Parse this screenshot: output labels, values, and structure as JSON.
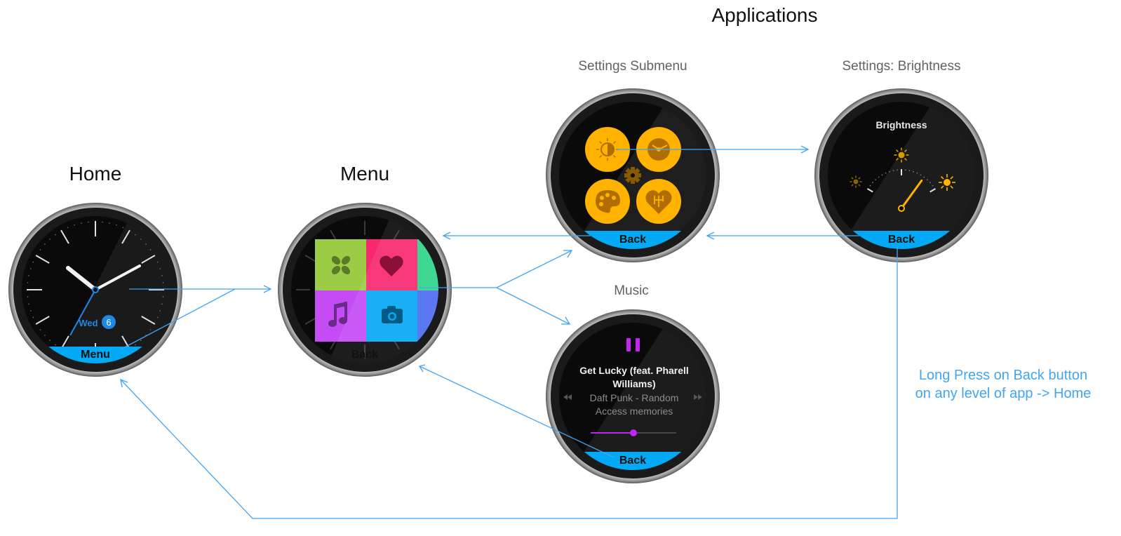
{
  "titles": {
    "home": "Home",
    "menu": "Menu",
    "applications": "Applications",
    "settings_submenu": "Settings Submenu",
    "settings_brightness": "Settings: Brightness",
    "music": "Music"
  },
  "home_watch": {
    "day": "Wed",
    "date": "6",
    "button_label": "Menu"
  },
  "menu_watch": {
    "button_label": "Back",
    "tile_colors": [
      "#9ccc46",
      "#f7286f",
      "#2ed58a",
      "#c54cf5",
      "#06a9f4",
      "#4e6cf0"
    ]
  },
  "settings_watch": {
    "button_label": "Back",
    "icons": [
      "contrast-icon",
      "clock-icon",
      "palette-icon",
      "heart-icon"
    ],
    "center_icon": "gear-icon"
  },
  "brightness_watch": {
    "label": "Brightness",
    "button_label": "Back",
    "level": 0.8
  },
  "music_watch": {
    "track_title": "Get Lucky (feat. Pharell Williams)",
    "track_title_line1": "Get Lucky (feat. Pharell",
    "track_title_line2": "Williams)",
    "track_subtitle_line1": "Daft Punk - Random",
    "track_subtitle_line2": "Access memories",
    "progress": 0.5,
    "button_label": "Back"
  },
  "note": {
    "line1": "Long Press on Back button",
    "line2": "on any level of app -> Home"
  },
  "colors": {
    "accent_blue": "#03a9f4",
    "arrow_blue": "#42a5f5",
    "amber": "#ffb300",
    "purple": "#c026f0"
  }
}
